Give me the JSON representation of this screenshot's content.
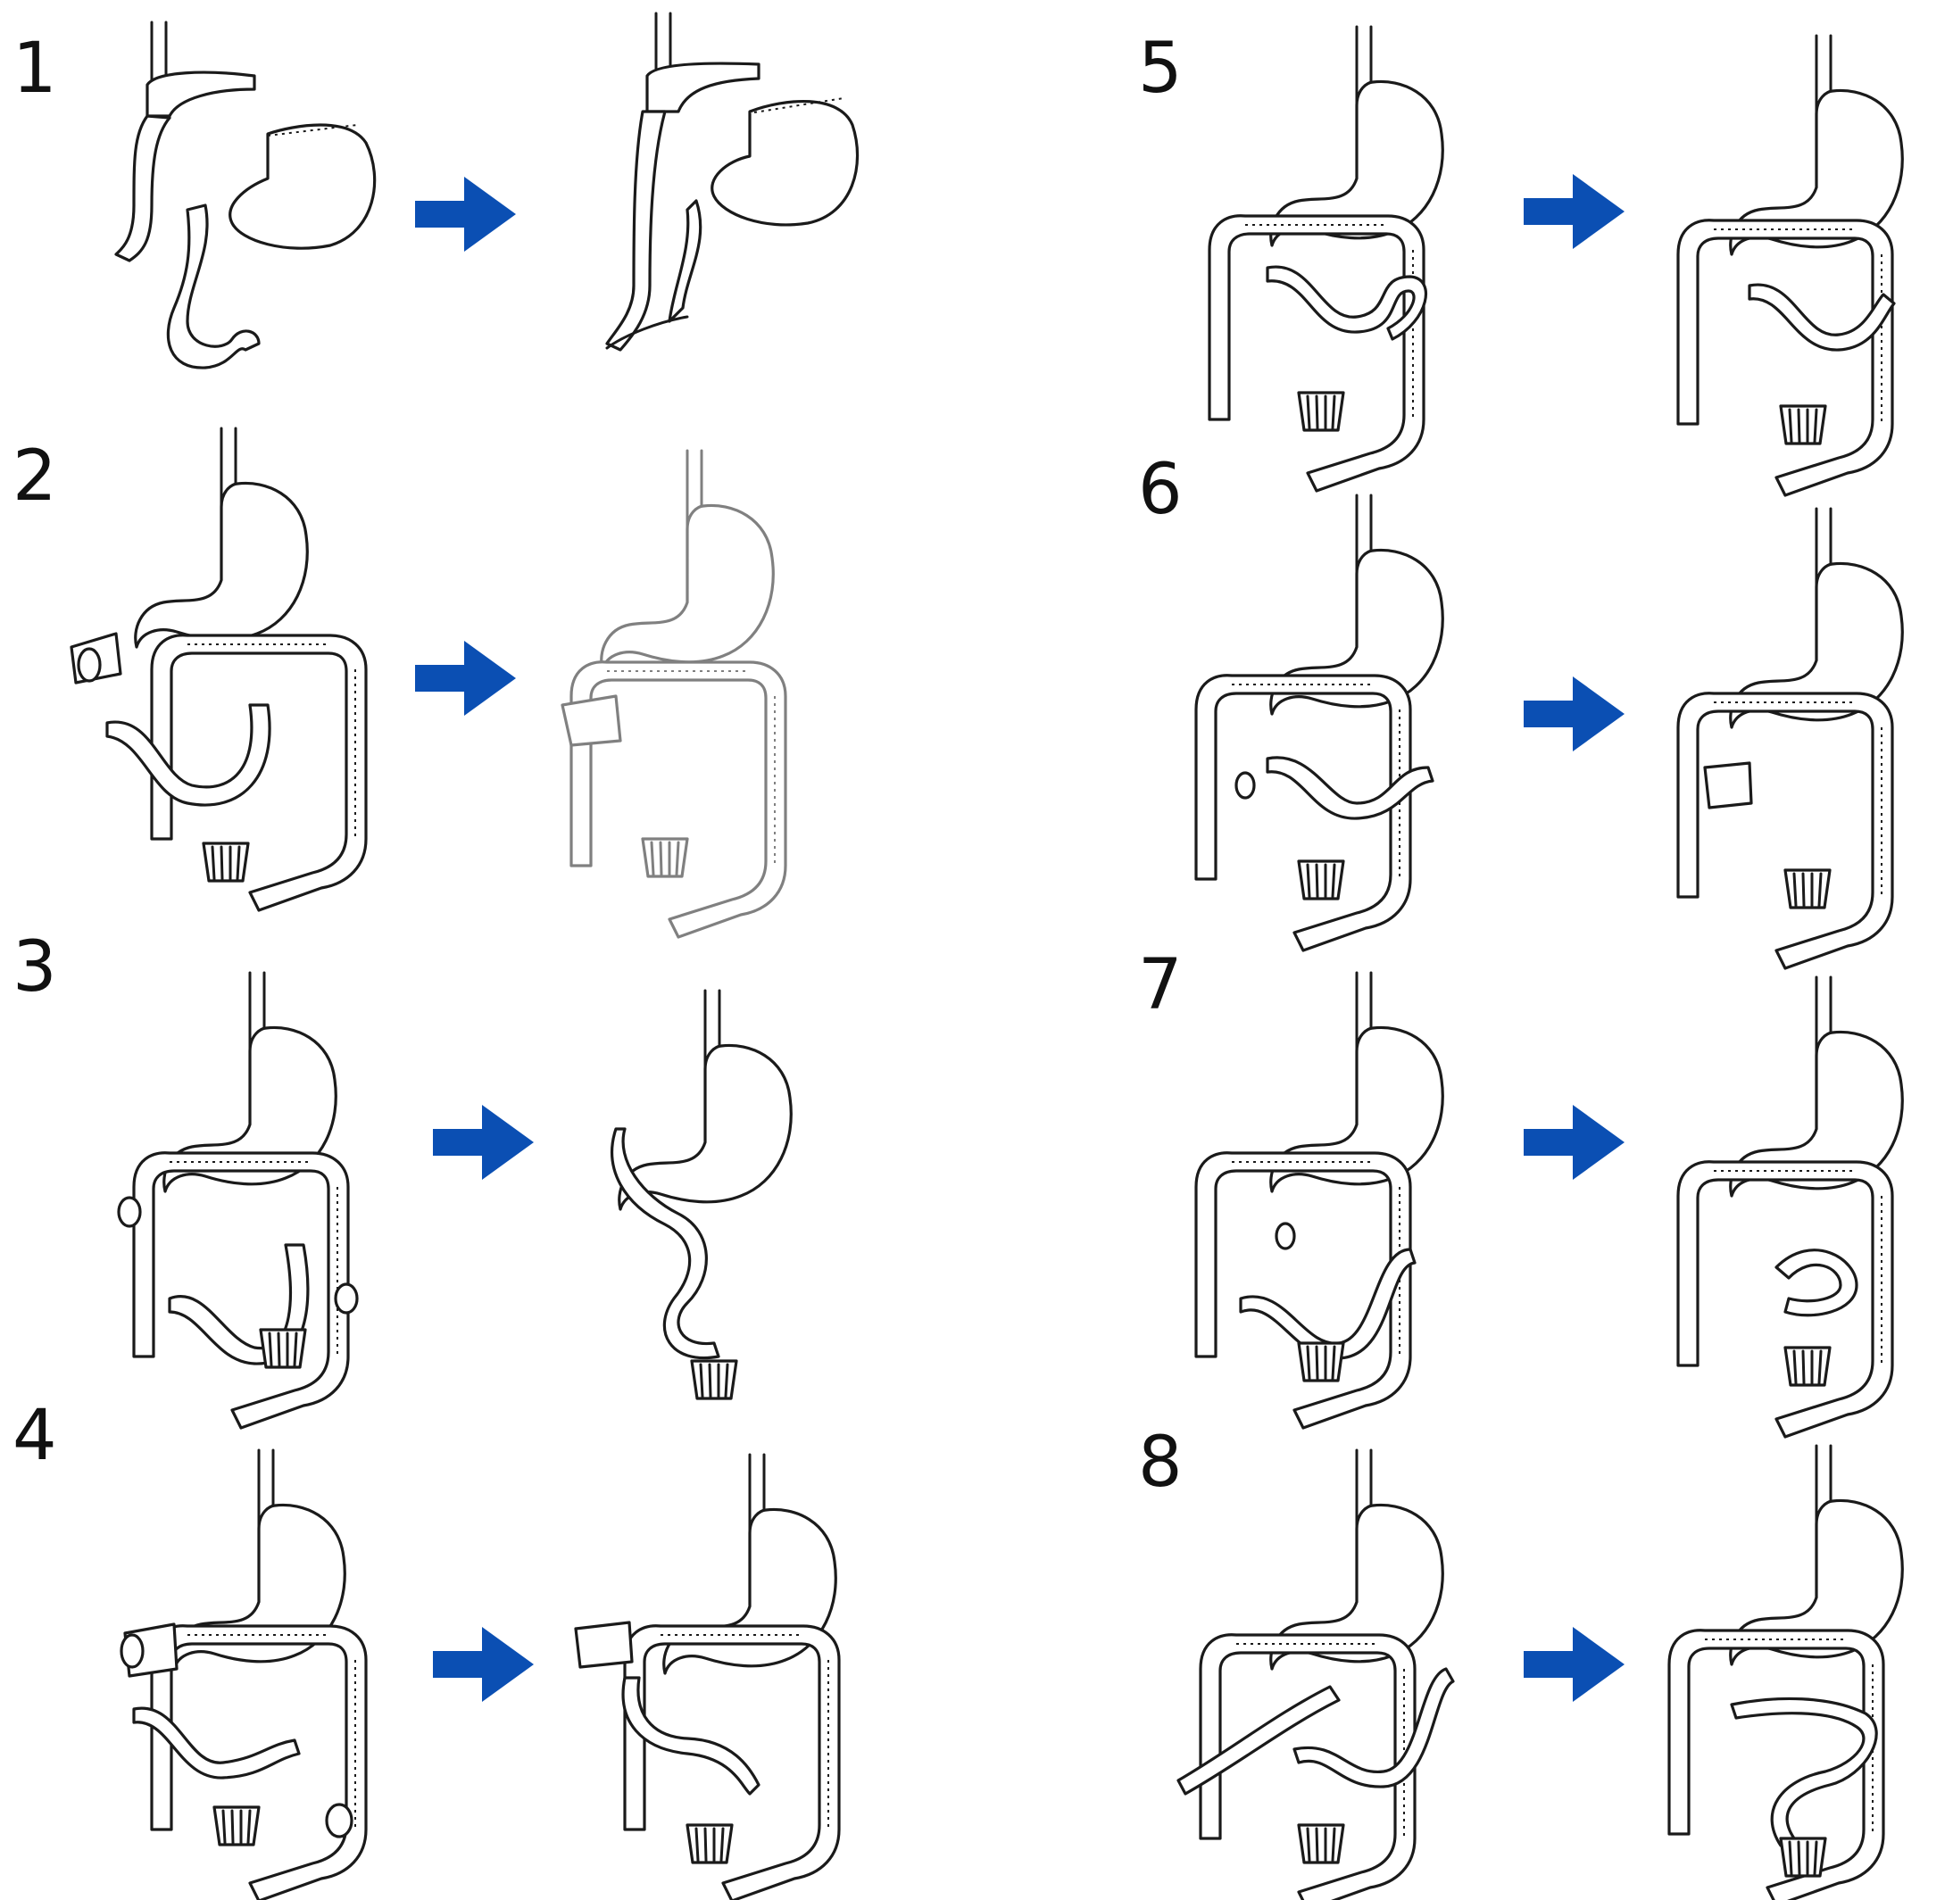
{
  "figure": {
    "panels": [
      {
        "number": "1",
        "before": {
          "organs": [
            "esophagus",
            "gastric-remnant",
            "small-intestine",
            "resected-stomach"
          ]
        },
        "after": {
          "organs": [
            "esophagus",
            "gastric-remnant",
            "jejunal-interposition",
            "resected-stomach"
          ]
        }
      },
      {
        "number": "2",
        "before": {
          "organs": [
            "esophagus",
            "stomach",
            "small-intestine",
            "colon",
            "anus"
          ]
        },
        "after": {
          "organs": [
            "esophagus",
            "stomach",
            "colon",
            "anus"
          ]
        }
      },
      {
        "number": "3",
        "before": {
          "organs": [
            "esophagus",
            "stomach",
            "small-intestine",
            "colon",
            "anus"
          ]
        },
        "after": {
          "organs": [
            "esophagus",
            "stomach",
            "small-intestine",
            "anus"
          ]
        }
      },
      {
        "number": "4",
        "before": {
          "organs": [
            "esophagus",
            "stomach",
            "small-intestine",
            "colon",
            "anus"
          ]
        },
        "after": {
          "organs": [
            "esophagus",
            "stomach",
            "small-intestine",
            "colon",
            "anus"
          ]
        }
      },
      {
        "number": "5",
        "before": {
          "organs": [
            "esophagus",
            "stomach",
            "small-intestine",
            "colon",
            "anus"
          ]
        },
        "after": {
          "organs": [
            "esophagus",
            "stomach",
            "small-intestine",
            "colon",
            "anus"
          ]
        }
      },
      {
        "number": "6",
        "before": {
          "organs": [
            "esophagus",
            "stomach",
            "small-intestine",
            "colon",
            "anus"
          ]
        },
        "after": {
          "organs": [
            "esophagus",
            "stomach",
            "small-intestine",
            "colon",
            "anus"
          ]
        }
      },
      {
        "number": "7",
        "before": {
          "organs": [
            "esophagus",
            "stomach",
            "small-intestine",
            "colon",
            "anus"
          ]
        },
        "after": {
          "organs": [
            "esophagus",
            "stomach",
            "small-intestine",
            "colon",
            "anus"
          ]
        }
      },
      {
        "number": "8",
        "before": {
          "organs": [
            "esophagus",
            "stomach",
            "small-intestine",
            "colon",
            "anus"
          ]
        },
        "after": {
          "organs": [
            "esophagus",
            "stomach",
            "small-intestine",
            "colon",
            "anus"
          ]
        }
      }
    ],
    "arrow": {
      "icon": "right-arrow-icon",
      "color": "#0b4fb3"
    },
    "line_color": "#1a1a1a"
  }
}
